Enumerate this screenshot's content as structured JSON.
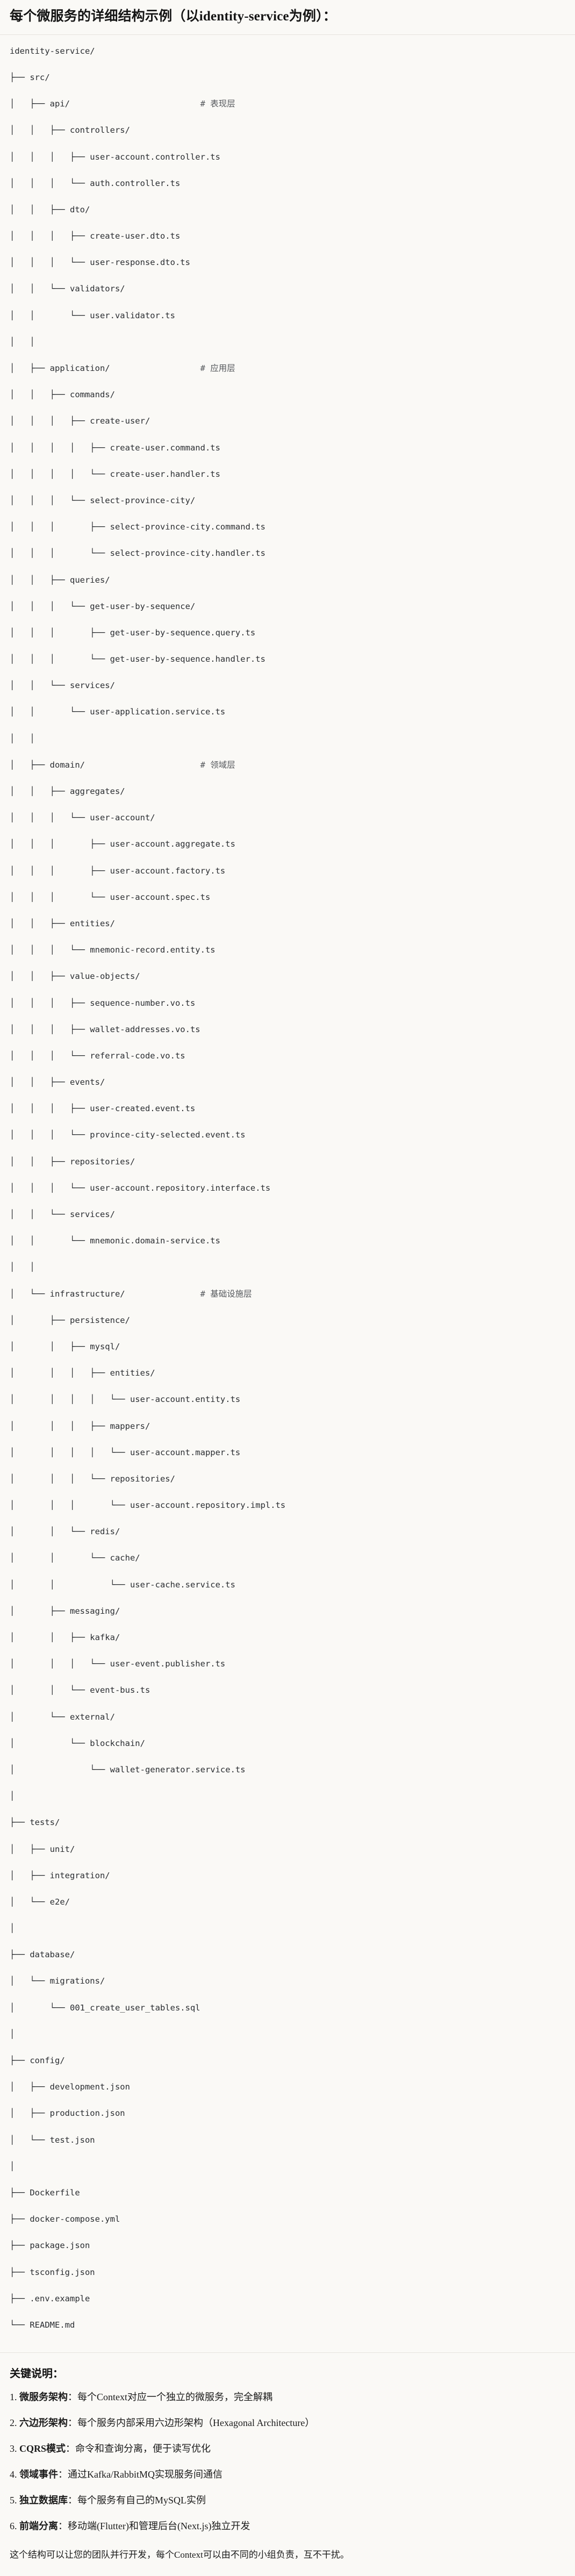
{
  "header": {
    "title": "每个微服务的详细结构示例（以identity-service为例）："
  },
  "tree": {
    "root_label": "identity-service/",
    "lines": [
      "identity-service/",
      "├── src/",
      "│   ├── api/                          # 表现层",
      "│   │   ├── controllers/",
      "│   │   │   ├── user-account.controller.ts",
      "│   │   │   └── auth.controller.ts",
      "│   │   ├── dto/",
      "│   │   │   ├── create-user.dto.ts",
      "│   │   │   └── user-response.dto.ts",
      "│   │   └── validators/",
      "│   │       └── user.validator.ts",
      "│   │",
      "│   ├── application/                  # 应用层",
      "│   │   ├── commands/",
      "│   │   │   ├── create-user/",
      "│   │   │   │   ├── create-user.command.ts",
      "│   │   │   │   └── create-user.handler.ts",
      "│   │   │   └── select-province-city/",
      "│   │   │       ├── select-province-city.command.ts",
      "│   │   │       └── select-province-city.handler.ts",
      "│   │   ├── queries/",
      "│   │   │   └── get-user-by-sequence/",
      "│   │   │       ├── get-user-by-sequence.query.ts",
      "│   │   │       └── get-user-by-sequence.handler.ts",
      "│   │   └── services/",
      "│   │       └── user-application.service.ts",
      "│   │",
      "│   ├── domain/                       # 领域层",
      "│   │   ├── aggregates/",
      "│   │   │   └── user-account/",
      "│   │   │       ├── user-account.aggregate.ts",
      "│   │   │       ├── user-account.factory.ts",
      "│   │   │       └── user-account.spec.ts",
      "│   │   ├── entities/",
      "│   │   │   └── mnemonic-record.entity.ts",
      "│   │   ├── value-objects/",
      "│   │   │   ├── sequence-number.vo.ts",
      "│   │   │   ├── wallet-addresses.vo.ts",
      "│   │   │   └── referral-code.vo.ts",
      "│   │   ├── events/",
      "│   │   │   ├── user-created.event.ts",
      "│   │   │   └── province-city-selected.event.ts",
      "│   │   ├── repositories/",
      "│   │   │   └── user-account.repository.interface.ts",
      "│   │   └── services/",
      "│   │       └── mnemonic.domain-service.ts",
      "│   │",
      "│   └── infrastructure/               # 基础设施层",
      "│       ├── persistence/",
      "│       │   ├── mysql/",
      "│       │   │   ├── entities/",
      "│       │   │   │   └── user-account.entity.ts",
      "│       │   │   ├── mappers/",
      "│       │   │   │   └── user-account.mapper.ts",
      "│       │   │   └── repositories/",
      "│       │   │       └── user-account.repository.impl.ts",
      "│       │   └── redis/",
      "│       │       └── cache/",
      "│       │           └── user-cache.service.ts",
      "│       ├── messaging/",
      "│       │   ├── kafka/",
      "│       │   │   └── user-event.publisher.ts",
      "│       │   └── event-bus.ts",
      "│       └── external/",
      "│           └── blockchain/",
      "│               └── wallet-generator.service.ts",
      "│",
      "├── tests/",
      "│   ├── unit/",
      "│   ├── integration/",
      "│   └── e2e/",
      "│",
      "├── database/",
      "│   └── migrations/",
      "│       └── 001_create_user_tables.sql",
      "│",
      "├── config/",
      "│   ├── development.json",
      "│   ├── production.json",
      "│   └── test.json",
      "│",
      "├── Dockerfile",
      "├── docker-compose.yml",
      "├── package.json",
      "├── tsconfig.json",
      "├── .env.example",
      "└── README.md"
    ],
    "comments": [
      {
        "line": 2,
        "text": "# 表现层"
      },
      {
        "line": 13,
        "text": "# 应用层"
      },
      {
        "line": 27,
        "text": "# 领域层"
      },
      {
        "line": 45,
        "text": "# 基础设施层"
      }
    ]
  },
  "notes": {
    "title": "关键说明：",
    "items": [
      {
        "num": "1.",
        "term": "微服务架构",
        "sep": "：",
        "desc": "每个Context对应一个独立的微服务，完全解耦"
      },
      {
        "num": "2.",
        "term": "六边形架构",
        "sep": "：",
        "desc": "每个服务内部采用六边形架构（Hexagonal Architecture）"
      },
      {
        "num": "3.",
        "term": "CQRS模式",
        "sep": "：",
        "desc": "命令和查询分离，便于读写优化"
      },
      {
        "num": "4.",
        "term": "领域事件",
        "sep": "：",
        "desc": "通过Kafka/RabbitMQ实现服务间通信"
      },
      {
        "num": "5.",
        "term": "独立数据库",
        "sep": "：",
        "desc": "每个服务有自己的MySQL实例"
      },
      {
        "num": "6.",
        "term": "前端分离",
        "sep": "：",
        "desc": "移动端(Flutter)和管理后台(Next.js)独立开发"
      }
    ],
    "closing": "这个结构可以让您的团队并行开发，每个Context可以由不同的小组负责，互不干扰。"
  },
  "colors": {
    "background": "#faf9f6",
    "text": "#1a1a1a",
    "code_text": "#2a2d31",
    "comment_text": "#55585c",
    "divider": "#e6e4de"
  }
}
